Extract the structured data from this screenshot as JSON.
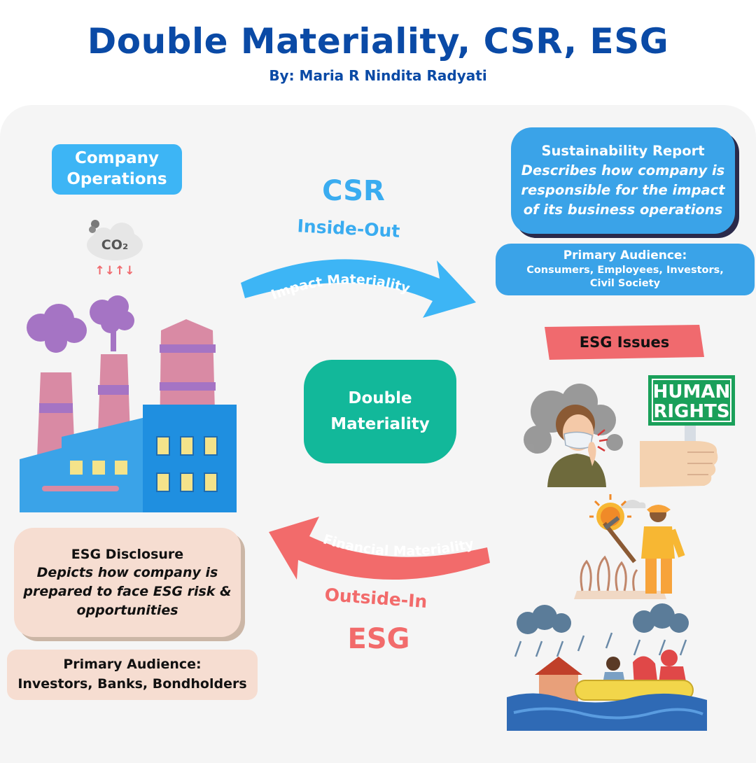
{
  "header": {
    "title": "Double Materiality, CSR, ESG",
    "byline": "By: Maria R Nindita Radyati"
  },
  "operations": {
    "label_line1": "Company",
    "label_line2": "Operations",
    "co2_label": "CO₂",
    "arrows": "↑↓↑↓"
  },
  "csr": {
    "heading": "CSR",
    "direction": "Inside-Out",
    "arrow_label": "Impact Materiality",
    "report_title": "Sustainability Report",
    "report_description": "Describes how company is responsible for the impact of its business operations",
    "audience_title": "Primary Audience:",
    "audience_line1": "Consumers, Employees, Investors,",
    "audience_line2": "Civil Society"
  },
  "center": {
    "line1": "Double",
    "line2": "Materiality"
  },
  "esg": {
    "heading": "ESG",
    "direction": "Outside-In",
    "arrow_label": "Financial Materiality",
    "issues_label": "ESG Issues",
    "human_rights_line1": "HUMAN",
    "human_rights_line2": "RIGHTS",
    "disclosure_title": "ESG Disclosure",
    "disclosure_description": "Depicts how company is prepared to face ESG risk & opportunities",
    "audience_title": "Primary Audience:",
    "audience_list": "Investors, Banks, Bondholders"
  },
  "colors": {
    "title_blue": "#0a4aa6",
    "csr_blue": "#3aacf0",
    "esg_red": "#f26b6b",
    "double_materiality_green": "#12b89a",
    "disclosure_peach": "#f6ddd1"
  }
}
